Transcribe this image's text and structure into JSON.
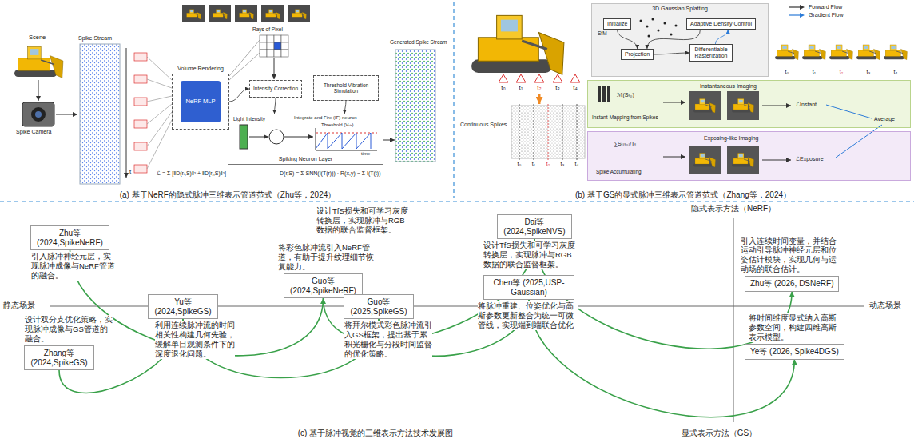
{
  "diagram": {
    "nodes": [
      {
        "text": [
          "Volume Rendering"
        ]
      },
      {
        "text": [
          "NeRF MLP"
        ],
        "in": 0
      },
      {
        "text": [
          "Intensity Correction"
        ]
      },
      {
        "text": [
          "Threshold Vibration Simulation"
        ]
      },
      {
        "text": [
          "Spiking Neuron Layer"
        ]
      },
      {
        "text": [
          "3D Gaussian Splatting"
        ]
      },
      {
        "text": [
          "Initialize"
        ],
        "in": 5
      },
      {
        "text": [
          "Adaptive Density Control"
        ],
        "in": 5
      },
      {
        "text": [
          "Projection"
        ],
        "in": 5
      },
      {
        "text": [
          "Differentiable Rasterization"
        ],
        "in": 5
      },
      {
        "text": [
          "Instantaneous Imaging"
        ]
      },
      {
        "text": [
          "Exposing-like Imaging"
        ]
      },
      {
        "text": [
          "Zhu等 (2024,SpikeNeRF)",
          "引入脉冲神经元层，实现脉冲成像与NeRF管道的融合。"
        ]
      },
      {
        "text": [
          "Guo等 (2024,SpikeNeRF)",
          "将彩色脉冲流引入NeRF管道，有助于提升纹理细节恢复能力。"
        ]
      },
      {
        "text": [
          "Dai等 (2024,SpikeNVS)",
          "设计TfS损失和可学习灰度转换层，实现脉冲与RGB数据的联合监督框架。"
        ]
      },
      {
        "text": [
          "Zhu等 (2026, DSNeRF)",
          "引入连续时间变量，并结合运动引导脉冲神经元层和位姿估计模块，实现几何与运动场的联合估计。"
        ]
      },
      {
        "text": [
          "Zhang等 (2024,SpikeGS)",
          "设计双分支优化策略，实现脉冲成像与GS管道的融合。"
        ]
      },
      {
        "text": [
          "Yu等 (2024,SpikeGS)",
          "利用连续脉冲流的时间相关性构建几何先验，缓解单目观测条件下的深度退化问题。"
        ]
      },
      {
        "text": [
          "Guo等 (2025,SpikeGS)",
          "将拜尔模式彩色脉冲流引入GS框架，提出基于累积光栅化与分段时间监督的优化策略。"
        ]
      },
      {
        "text": [
          "Chen等 (2025,USP-Gaussian)",
          "将脉冲重建、位姿优化与高斯参数更新整合为统一可微管线，实现端到端联合优化"
        ]
      },
      {
        "text": [
          "Ye等 (2026, Spike4DGS)",
          "将时间维度显式纳入高斯参数空间，构建四维高斯表示模型。"
        ]
      }
    ],
    "edges": [
      {
        "from": 0,
        "to": 2,
        "arrow": "to"
      },
      {
        "from": 2,
        "to": 4,
        "arrow": "to"
      },
      {
        "from": 3,
        "to": 4,
        "arrow": "to"
      },
      {
        "from": 6,
        "to": 8,
        "arrow": "to"
      },
      {
        "from": 8,
        "to": 9,
        "arrow": "to"
      },
      {
        "from": 7,
        "to": 8,
        "arrow": "to"
      },
      {
        "from": 9,
        "to": 7,
        "arrow": "to"
      },
      {
        "from": 12,
        "to": 13,
        "arrow": "to"
      },
      {
        "from": 13,
        "to": 14,
        "arrow": "to"
      },
      {
        "from": 14,
        "to": 15,
        "arrow": "to"
      },
      {
        "from": 16,
        "to": 17,
        "arrow": "to"
      },
      {
        "from": 17,
        "to": 18,
        "arrow": "to"
      },
      {
        "from": 18,
        "to": 19,
        "arrow": "to"
      },
      {
        "from": 19,
        "to": 20,
        "arrow": "to"
      }
    ],
    "labels": [
      "Scene",
      "Spike Camera",
      "Spike Stream",
      "t",
      "Rays of Pixel",
      "Light Intensity",
      "Integrate and Fire (IF) neuron",
      "Threshold (Vₜₕ)",
      "time",
      "Generated Spike Stream",
      "ℒ = Σ [‖D(rᵢ,S)‖² + ‖D(rⱼ,S)‖²]",
      "D(r,S) = Σ SNN(I(T(r))) · R(x,y) − Σ I(T(t))",
      "(a) 基于NeRF的隐式脉冲三维表示管道范式（Zhu等，2024）",
      "SfM",
      "t₀",
      "t₁",
      "t₂",
      "t₃",
      "t₄",
      "Continuous Spikes",
      "t₀",
      "t₁",
      "t₂",
      "t₃",
      "t₄",
      "ℳ(Sₜ₀)",
      "Instant-Mapping from Spikes",
      "ℒInstant",
      "∑Sₜ₍ₜ₀₎/Tₜ",
      "Spike Accumulating",
      "ℒExposure",
      "Average",
      "t₀",
      "t₁",
      "t₂",
      "t₃",
      "t₄",
      "(b) 基于GS的显式脉冲三维表示管道范式（Zhang等，2024）",
      "设计TfS损失和可学习灰度转换层，实现脉冲与RGB数据的联合监督框架。",
      "静态场景",
      "动态场景",
      "隐式表示方法（NeRF）",
      "显式表示方法（GS）",
      "(c) 基于脉冲视觉的三维表示方法技术发展图"
    ],
    "legend": [
      {
        "text": "Forward Flow"
      },
      {
        "text": "Gradient Flow"
      }
    ]
  }
}
